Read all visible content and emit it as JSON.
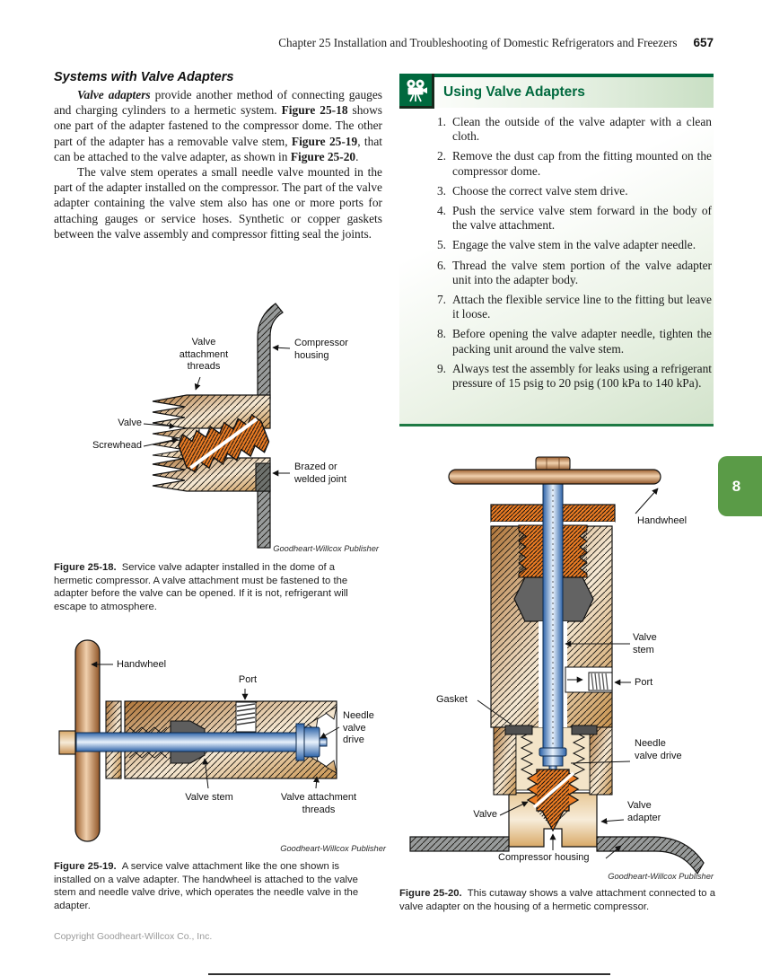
{
  "header": {
    "chapter_line": "Chapter 25 Installation and Troubleshooting of Domestic Refrigerators and Freezers",
    "page_number": "657"
  },
  "tab": {
    "number": "8"
  },
  "colors": {
    "accent_green_dark": "#00693e",
    "tab_green": "#5a9b47",
    "diagram_orange": "#ec7c23",
    "diagram_tan": "#d9ab6d",
    "diagram_blue": "#4a7fc1",
    "diagram_copper": "#c08552",
    "diagram_gray": "#989b9b"
  },
  "left_column": {
    "heading": "Systems with Valve Adapters",
    "para1": {
      "s1": "Valve adapters",
      "s2": " provide another method of connecting gauges and charging cylinders to a hermetic system. ",
      "s3": "Figure 25-18",
      "s4": " shows one part of the adapter fastened to the compressor dome. The other part of the adapter has a removable valve stem, ",
      "s5": "Figure 25-19",
      "s6": ", that can be attached to the valve adapter, as shown in ",
      "s7": "Figure 25-20",
      "s8": "."
    },
    "para2": "The valve stem operates a small needle valve mounted in the part of the adapter installed on the compressor. The part of the valve adapter containing the valve stem also has one or more ports for attaching gauges or service hoses. Synthetic or copper gaskets between the valve assembly and compressor fitting seal the joints."
  },
  "figure_25_18": {
    "labels": {
      "valve_attachment_threads": "Valve attachment threads",
      "compressor_housing": "Compressor housing",
      "valve": "Valve",
      "screwhead": "Screwhead",
      "brazed_joint": "Brazed or welded joint"
    },
    "credit": "Goodheart-Willcox Publisher",
    "caption_label": "Figure 25-18.",
    "caption_text": "Service valve adapter installed in the dome of a hermetic compressor. A valve attachment must be fastened to the adapter before the valve can be opened. If it is not, refrigerant will escape to atmosphere."
  },
  "figure_25_19": {
    "labels": {
      "handwheel": "Handwheel",
      "port": "Port",
      "needle_valve_drive": "Needle valve drive",
      "valve_stem": "Valve stem",
      "valve_attachment_threads": "Valve attachment threads"
    },
    "credit": "Goodheart-Willcox Publisher",
    "caption_label": "Figure 25-19.",
    "caption_text": "A service valve attachment like the one shown is installed on a valve adapter. The handwheel is attached to the valve stem and needle valve drive, which operates the needle valve in the adapter."
  },
  "procedure_box": {
    "title": "Using Valve Adapters",
    "steps": [
      {
        "num": "1.",
        "text": "Clean the outside of the valve adapter with a clean cloth."
      },
      {
        "num": "2.",
        "text": "Remove the dust cap from the fitting mounted on the compressor dome."
      },
      {
        "num": "3.",
        "text": "Choose the correct valve stem drive."
      },
      {
        "num": "4.",
        "text": "Push the service valve stem forward in the body of the valve attachment."
      },
      {
        "num": "5.",
        "text": "Engage the valve stem in the valve adapter needle."
      },
      {
        "num": "6.",
        "text": "Thread the valve stem portion of the valve adapter unit into the adapter body."
      },
      {
        "num": "7.",
        "text": "Attach the flexible service line to the fitting but leave it loose."
      },
      {
        "num": "8.",
        "text": "Before opening the valve adapter needle, tighten the packing unit around the valve stem."
      },
      {
        "num": "9.",
        "text": "Always test the assembly for leaks using a refrigerant pressure of 15 psig to 20 psig (100 kPa to 140 kPa)."
      }
    ]
  },
  "figure_25_20": {
    "labels": {
      "handwheel": "Handwheel",
      "valve_stem": "Valve stem",
      "port": "Port",
      "gasket": "Gasket",
      "needle_valve_drive": "Needle valve drive",
      "valve": "Valve",
      "valve_adapter": "Valve adapter",
      "compressor_housing": "Compressor housing"
    },
    "credit": "Goodheart-Willcox Publisher",
    "caption_label": "Figure 25-20.",
    "caption_text": "This cutaway shows a valve attachment connected to a valve adapter on the housing of a hermetic compressor."
  },
  "footer": {
    "copyright": "Copyright Goodheart-Willcox Co., Inc."
  }
}
